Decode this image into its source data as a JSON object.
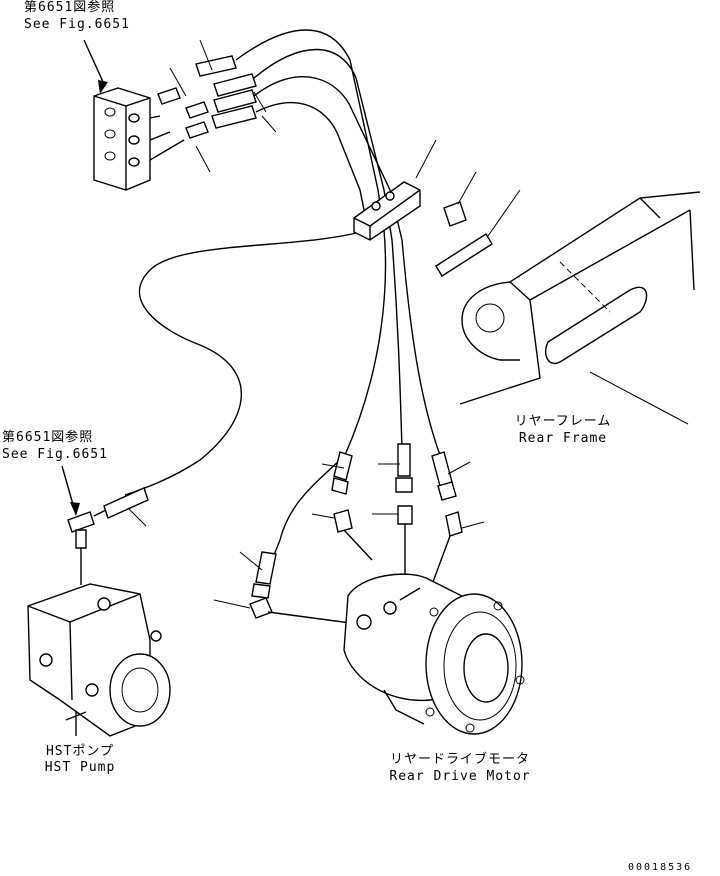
{
  "labels": {
    "valve_ref_jp": "第6651図参照",
    "valve_ref_en": "See Fig.6651",
    "pump_ref_jp": "第6651図参照",
    "pump_ref_en": "See Fig.6651",
    "rear_frame_jp": "リヤーフレーム",
    "rear_frame_en": "Rear Frame",
    "hst_pump_jp": "HSTポンプ",
    "hst_pump_en": "HST Pump",
    "rear_motor_jp": "リヤードライブモータ",
    "rear_motor_en": "Rear Drive Motor",
    "drawing_number": "00018536"
  }
}
